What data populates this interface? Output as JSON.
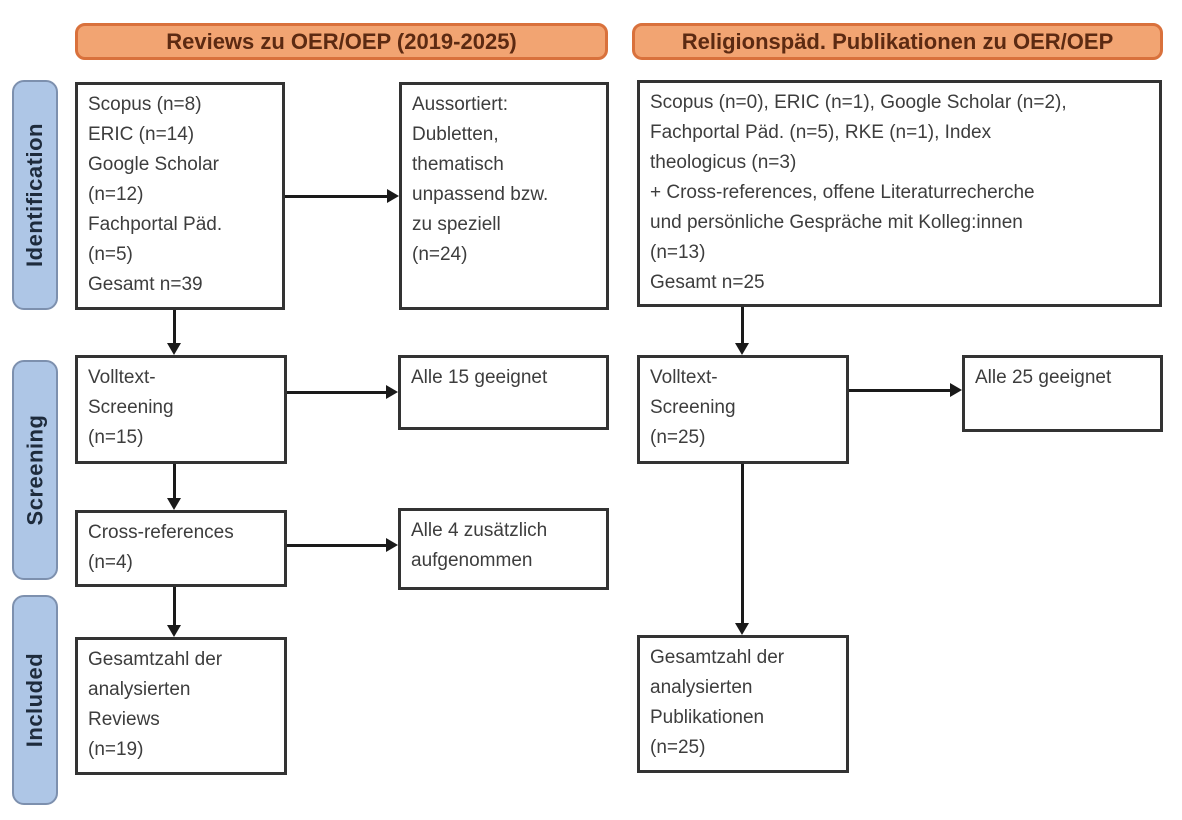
{
  "colors": {
    "header_fill": "#F2A472",
    "header_border": "#D9713C",
    "header_text": "#5C2A12",
    "stage_fill": "#AEC6E6",
    "stage_border": "#7D90AE",
    "stage_text": "#1E2B3C",
    "box_border": "#333333",
    "box_text": "#3D3D3D",
    "arrow": "#1A1A1A",
    "background": "#FFFFFF"
  },
  "headers": {
    "left": "Reviews zu OER/OEP (2019-2025)",
    "right": "Religionspäd. Publikationen zu OER/OEP"
  },
  "stages": [
    {
      "id": "identification",
      "label": "Identification"
    },
    {
      "id": "screening",
      "label": "Screening"
    },
    {
      "id": "included",
      "label": "Included"
    }
  ],
  "left_column": {
    "sources_box": "Scopus (n=8)\nERIC (n=14)\nGoogle Scholar\n(n=12)\nFachportal Päd.\n(n=5)\nGesamt n=39",
    "excluded_box": "Aussortiert:\nDubletten,\nthematisch\nunpassend bzw.\nzu speziell\n(n=24)",
    "fulltext_box": "Volltext-\nScreening\n(n=15)",
    "fulltext_result_box": "Alle 15 geeignet",
    "crossref_box": "Cross-references\n(n=4)",
    "crossref_result_box": "Alle 4 zusätzlich\naufgenommen",
    "included_box": "Gesamtzahl der\nanalysierten\nReviews\n(n=19)"
  },
  "right_column": {
    "sources_box": "Scopus (n=0), ERIC (n=1), Google Scholar (n=2),\nFachportal Päd. (n=5), RKE (n=1), Index\ntheologicus (n=3)\n+ Cross-references, offene Literaturrecherche\nund persönliche Gespräche mit Kolleg:innen\n(n=13)\nGesamt n=25",
    "fulltext_box": "Volltext-\nScreening\n(n=25)",
    "fulltext_result_box": "Alle 25 geeignet",
    "included_box": "Gesamtzahl der\nanalysierten\nPublikationen\n(n=25)"
  }
}
